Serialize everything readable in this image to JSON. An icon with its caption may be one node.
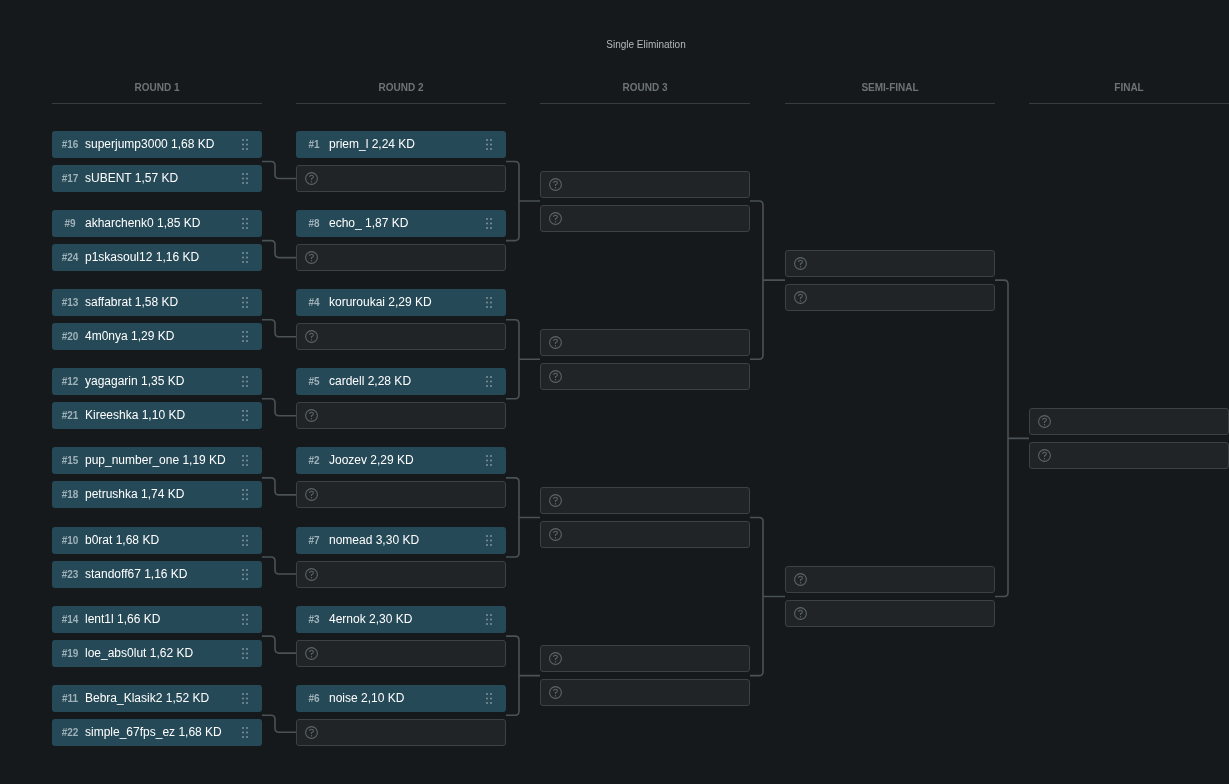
{
  "diagram": {
    "nodes": [
      {
        "text": [
          "#16",
          "superjump3000 1,68 KD"
        ]
      },
      {
        "text": [
          "#17",
          "sUBENT 1,57 KD"
        ]
      },
      {
        "text": [
          "#9",
          "akharchenk0 1,85 KD"
        ]
      },
      {
        "text": [
          "#24",
          "p1skasoul12 1,16 KD"
        ]
      },
      {
        "text": [
          "#13",
          "saffabrat 1,58 KD"
        ]
      },
      {
        "text": [
          "#20",
          "4m0nya 1,29 KD"
        ]
      },
      {
        "text": [
          "#12",
          "yagagarin 1,35 KD"
        ]
      },
      {
        "text": [
          "#21",
          "Kireeshka 1,10 KD"
        ]
      },
      {
        "text": [
          "#15",
          "pup_number_one 1,19 KD"
        ]
      },
      {
        "text": [
          "#18",
          "petrushka 1,74 KD"
        ]
      },
      {
        "text": [
          "#10",
          "b0rat 1,68 KD"
        ]
      },
      {
        "text": [
          "#23",
          "standoff67 1,16 KD"
        ]
      },
      {
        "text": [
          "#14",
          "lent1l 1,66 KD"
        ]
      },
      {
        "text": [
          "#19",
          "loe_abs0lut 1,62 KD"
        ]
      },
      {
        "text": [
          "#11",
          "Bebra_Klasik2 1,52 KD"
        ]
      },
      {
        "text": [
          "#22",
          "simple_67fps_ez 1,68 KD"
        ]
      },
      {
        "text": [
          "#1",
          "priem_l 2,24 KD"
        ]
      },
      {
        "text": [],
        "shape": "box"
      },
      {
        "text": [
          "#8",
          "echo_ 1,87 KD"
        ]
      },
      {
        "text": [],
        "shape": "box"
      },
      {
        "text": [
          "#4",
          "koruroukai 2,29 KD"
        ]
      },
      {
        "text": [],
        "shape": "box"
      },
      {
        "text": [
          "#5",
          "cardell 2,28 KD"
        ]
      },
      {
        "text": [],
        "shape": "box"
      },
      {
        "text": [
          "#2",
          "Joozev 2,29 KD"
        ]
      },
      {
        "text": [],
        "shape": "box"
      },
      {
        "text": [
          "#7",
          "nomead 3,30 KD"
        ]
      },
      {
        "text": [],
        "shape": "box"
      },
      {
        "text": [
          "#3",
          "4ernok 2,30 KD"
        ]
      },
      {
        "text": [],
        "shape": "box"
      },
      {
        "text": [
          "#6",
          "noise 2,10 KD"
        ]
      },
      {
        "text": [],
        "shape": "box"
      },
      {
        "text": [],
        "shape": "box"
      },
      {
        "text": [],
        "shape": "box"
      },
      {
        "text": [],
        "shape": "box"
      },
      {
        "text": [],
        "shape": "box"
      },
      {
        "text": [],
        "shape": "box"
      },
      {
        "text": [],
        "shape": "box"
      },
      {
        "text": [],
        "shape": "box"
      },
      {
        "text": [],
        "shape": "box"
      },
      {
        "text": [],
        "shape": "box"
      },
      {
        "text": [],
        "shape": "box"
      },
      {
        "text": [],
        "shape": "box"
      },
      {
        "text": [],
        "shape": "box"
      },
      {
        "text": [],
        "shape": "box"
      },
      {
        "text": [],
        "shape": "box"
      }
    ],
    "edges": [
      {
        "from": 0,
        "to": 17,
        "arrow": "none"
      },
      {
        "from": 1,
        "to": 17,
        "arrow": "none"
      },
      {
        "from": 2,
        "to": 19,
        "arrow": "none"
      },
      {
        "from": 3,
        "to": 19,
        "arrow": "none"
      },
      {
        "from": 4,
        "to": 21,
        "arrow": "none"
      },
      {
        "from": 5,
        "to": 21,
        "arrow": "none"
      },
      {
        "from": 6,
        "to": 23,
        "arrow": "none"
      },
      {
        "from": 7,
        "to": 23,
        "arrow": "none"
      },
      {
        "from": 8,
        "to": 25,
        "arrow": "none"
      },
      {
        "from": 9,
        "to": 25,
        "arrow": "none"
      },
      {
        "from": 10,
        "to": 27,
        "arrow": "none"
      },
      {
        "from": 11,
        "to": 27,
        "arrow": "none"
      },
      {
        "from": 12,
        "to": 29,
        "arrow": "none"
      },
      {
        "from": 13,
        "to": 29,
        "arrow": "none"
      },
      {
        "from": 14,
        "to": 31,
        "arrow": "none"
      },
      {
        "from": 15,
        "to": 31,
        "arrow": "none"
      },
      {
        "from": 16,
        "to": 32,
        "arrow": "none"
      },
      {
        "from": 16,
        "to": 33,
        "arrow": "none"
      },
      {
        "from": 17,
        "to": 32,
        "arrow": "none"
      },
      {
        "from": 17,
        "to": 33,
        "arrow": "none"
      },
      {
        "from": 18,
        "to": 32,
        "arrow": "none"
      },
      {
        "from": 18,
        "to": 33,
        "arrow": "none"
      },
      {
        "from": 19,
        "to": 32,
        "arrow": "none"
      },
      {
        "from": 19,
        "to": 33,
        "arrow": "none"
      },
      {
        "from": 20,
        "to": 34,
        "arrow": "none"
      },
      {
        "from": 20,
        "to": 35,
        "arrow": "none"
      },
      {
        "from": 21,
        "to": 34,
        "arrow": "none"
      },
      {
        "from": 21,
        "to": 35,
        "arrow": "none"
      },
      {
        "from": 22,
        "to": 34,
        "arrow": "none"
      },
      {
        "from": 22,
        "to": 35,
        "arrow": "none"
      },
      {
        "from": 23,
        "to": 34,
        "arrow": "none"
      },
      {
        "from": 23,
        "to": 35,
        "arrow": "none"
      },
      {
        "from": 24,
        "to": 36,
        "arrow": "none"
      },
      {
        "from": 24,
        "to": 37,
        "arrow": "none"
      },
      {
        "from": 25,
        "to": 36,
        "arrow": "none"
      },
      {
        "from": 25,
        "to": 37,
        "arrow": "none"
      },
      {
        "from": 26,
        "to": 36,
        "arrow": "none"
      },
      {
        "from": 26,
        "to": 37,
        "arrow": "none"
      },
      {
        "from": 27,
        "to": 36,
        "arrow": "none"
      },
      {
        "from": 27,
        "to": 37,
        "arrow": "none"
      },
      {
        "from": 28,
        "to": 38,
        "arrow": "none"
      },
      {
        "from": 28,
        "to": 39,
        "arrow": "none"
      },
      {
        "from": 29,
        "to": 38,
        "arrow": "none"
      },
      {
        "from": 29,
        "to": 39,
        "arrow": "none"
      },
      {
        "from": 30,
        "to": 38,
        "arrow": "none"
      },
      {
        "from": 30,
        "to": 39,
        "arrow": "none"
      },
      {
        "from": 31,
        "to": 38,
        "arrow": "none"
      },
      {
        "from": 31,
        "to": 39,
        "arrow": "none"
      },
      {
        "from": 32,
        "to": 40,
        "arrow": "none"
      },
      {
        "from": 32,
        "to": 41,
        "arrow": "none"
      },
      {
        "from": 33,
        "to": 40,
        "arrow": "none"
      },
      {
        "from": 33,
        "to": 41,
        "arrow": "none"
      },
      {
        "from": 34,
        "to": 40,
        "arrow": "none"
      },
      {
        "from": 34,
        "to": 41,
        "arrow": "none"
      },
      {
        "from": 35,
        "to": 40,
        "arrow": "none"
      },
      {
        "from": 35,
        "to": 41,
        "arrow": "none"
      },
      {
        "from": 36,
        "to": 42,
        "arrow": "none"
      },
      {
        "from": 36,
        "to": 43,
        "arrow": "none"
      },
      {
        "from": 37,
        "to": 42,
        "arrow": "none"
      },
      {
        "from": 37,
        "to": 43,
        "arrow": "none"
      },
      {
        "from": 38,
        "to": 42,
        "arrow": "none"
      },
      {
        "from": 38,
        "to": 43,
        "arrow": "none"
      },
      {
        "from": 39,
        "to": 42,
        "arrow": "none"
      },
      {
        "from": 39,
        "to": 43,
        "arrow": "none"
      },
      {
        "from": 40,
        "to": 44,
        "arrow": "none"
      },
      {
        "from": 40,
        "to": 45,
        "arrow": "none"
      },
      {
        "from": 41,
        "to": 44,
        "arrow": "none"
      },
      {
        "from": 41,
        "to": 45,
        "arrow": "none"
      },
      {
        "from": 42,
        "to": 44,
        "arrow": "none"
      },
      {
        "from": 42,
        "to": 45,
        "arrow": "none"
      },
      {
        "from": 43,
        "to": 44,
        "arrow": "none"
      },
      {
        "from": 43,
        "to": 45,
        "arrow": "none"
      }
    ],
    "labels": [
      "Single Elimination",
      "ROUND 1",
      "ROUND 2",
      "ROUND 3",
      "SEMI-FINAL",
      "FINAL"
    ]
  }
}
